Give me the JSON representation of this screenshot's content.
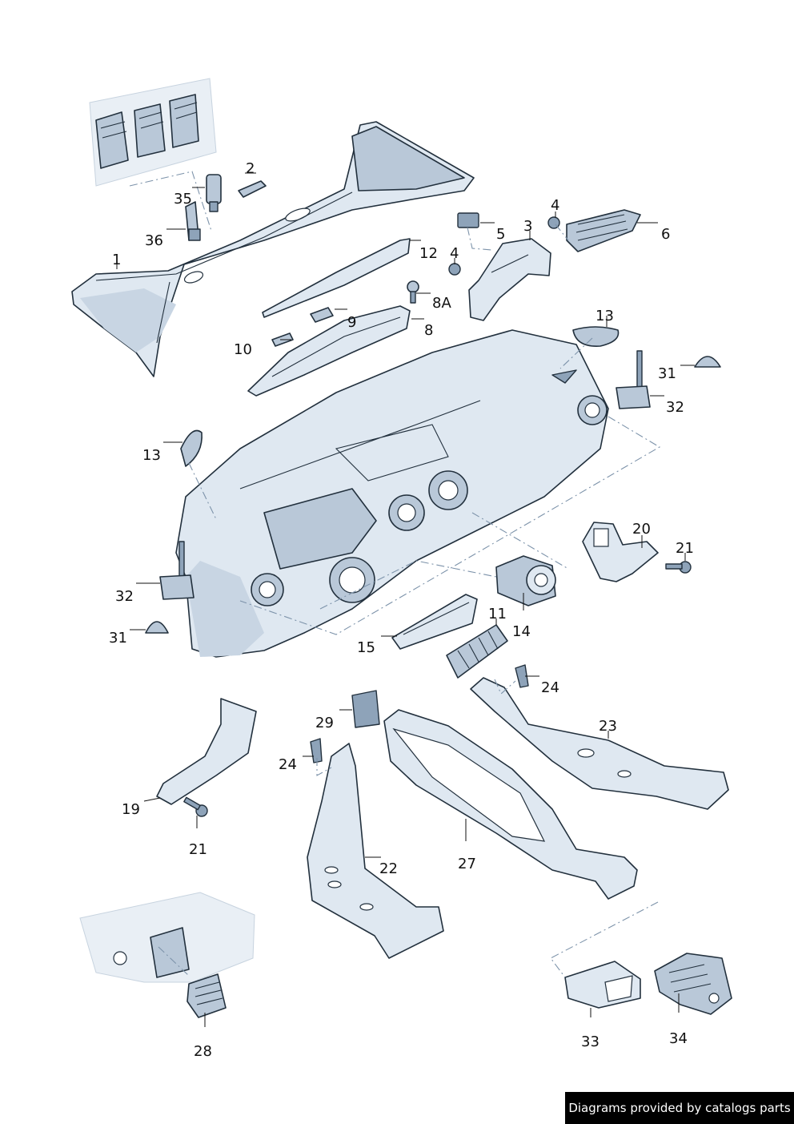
{
  "diagram": {
    "callouts": {
      "p1": "1",
      "p2": "2",
      "p3": "3",
      "p4a": "4",
      "p4b": "4",
      "p5": "5",
      "p6": "6",
      "p8": "8",
      "p8a": "8A",
      "p9": "9",
      "p10": "10",
      "p11": "11",
      "p12": "12",
      "p13a": "13",
      "p13b": "13",
      "p14": "14",
      "p15": "15",
      "p19": "19",
      "p20": "20",
      "p21a": "21",
      "p21b": "21",
      "p22": "22",
      "p23": "23",
      "p24a": "24",
      "p24b": "24",
      "p27": "27",
      "p28": "28",
      "p29": "29",
      "p31a": "31",
      "p31b": "31",
      "p32a": "32",
      "p32b": "32",
      "p33": "33",
      "p34": "34",
      "p35": "35",
      "p36": "36"
    }
  },
  "footer": {
    "credit": "Diagrams provided by catalogs parts"
  }
}
